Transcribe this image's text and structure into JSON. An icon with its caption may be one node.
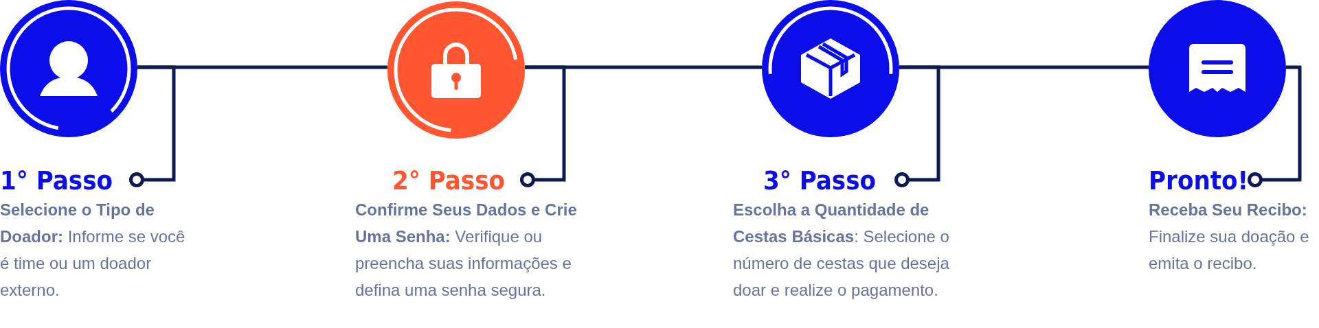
{
  "diagram": {
    "nodes": [
      {
        "text": [],
        "shape": "circle"
      },
      {
        "text": [],
        "shape": "circle"
      },
      {
        "text": [],
        "shape": "circle"
      },
      {
        "text": [],
        "shape": "circle"
      },
      {
        "text": [
          "1° Passo",
          "**Selecione o Tipo de Doador:** Informe se você é time ou um doador externo."
        ]
      },
      {
        "text": [
          "2° Passo",
          "**Confirme Seus Dados e Crie Uma Senha:** Verifique ou preencha suas informações e defina uma senha segura."
        ]
      },
      {
        "text": [
          "3° Passo",
          "**Escolha a Quantidade de Cestas Básicas**: Selecione o número de cestas que deseja doar e realize o pagamento."
        ]
      },
      {
        "text": [
          "Pronto!",
          "**Receba Seu Recibo:** Finalize sua doação e emita o recibo."
        ]
      }
    ],
    "edges": [
      {
        "from": 0,
        "to": 1,
        "arrow": "none"
      },
      {
        "from": 1,
        "to": 2,
        "arrow": "none"
      },
      {
        "from": 2,
        "to": 3,
        "arrow": "none"
      },
      {
        "from": 0,
        "to": 4,
        "arrow": "other"
      },
      {
        "from": 1,
        "to": 5,
        "arrow": "other"
      },
      {
        "from": 2,
        "to": 6,
        "arrow": "other"
      },
      {
        "from": 3,
        "to": 7,
        "arrow": "other"
      }
    ]
  }
}
